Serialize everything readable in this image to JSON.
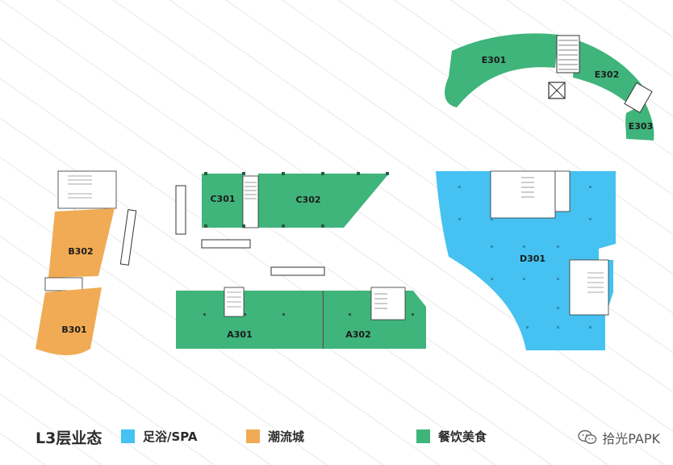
{
  "floor_title": "L3层业态",
  "legend": [
    {
      "label": "足浴/SPA",
      "color": "#45c2f1"
    },
    {
      "label": "潮流城",
      "color": "#f1ab55"
    },
    {
      "label": "餐饮美食",
      "color": "#3fb47b"
    }
  ],
  "units": {
    "E301": "E301",
    "E302": "E302",
    "E303": "E303",
    "C301": "C301",
    "C302": "C302",
    "B302": "B302",
    "B301": "B301",
    "A301": "A301",
    "A302": "A302",
    "D301": "D301"
  },
  "watermark": "拾光PAPK",
  "icons": {
    "watermark": "wechat-icon"
  }
}
